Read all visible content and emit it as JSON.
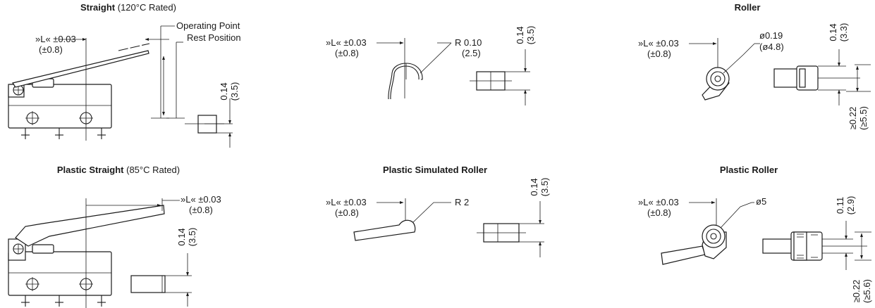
{
  "panels": [
    {
      "title_bold": "Straight",
      "title_rest": " (120°C Rated)",
      "dim_l_line1": "»L« ±0.03",
      "dim_l_line2": "(±0.8)",
      "callout_1": "Operating Point",
      "callout_2": "Rest Position",
      "dim_v_line1": "0.14",
      "dim_v_line2": "(3.5)"
    },
    {
      "title_bold": "",
      "title_rest": "",
      "dim_l_line1": "»L« ±0.03",
      "dim_l_line2": "(±0.8)",
      "radius_line1": "R 0.10",
      "radius_line2": "(2.5)",
      "dim_v_line1": "0.14",
      "dim_v_line2": "(3.5)"
    },
    {
      "title_bold": "Roller",
      "title_rest": "",
      "dim_l_line1": "»L« ±0.03",
      "dim_l_line2": "(±0.8)",
      "dia_line1": "ø0.19",
      "dia_line2": "(ø4.8)",
      "dim_v_line1": "0.14",
      "dim_v_line2": "(3.3)",
      "dim_w_line1": "≥0.22",
      "dim_w_line2": "(≥5.5)"
    },
    {
      "title_bold": "Plastic Straight",
      "title_rest": " (85°C Rated)",
      "dim_l_line1": "»L« ±0.03",
      "dim_l_line2": "(±0.8)",
      "dim_v_line1": "0.14",
      "dim_v_line2": "(3.5)"
    },
    {
      "title_bold": "Plastic Simulated Roller",
      "title_rest": "",
      "dim_l_line1": "»L« ±0.03",
      "dim_l_line2": "(±0.8)",
      "radius_line1": "R 2",
      "dim_v_line1": "0.14",
      "dim_v_line2": "(3.5)"
    },
    {
      "title_bold": "Plastic Roller",
      "title_rest": "",
      "dim_l_line1": "»L« ±0.03",
      "dim_l_line2": "(±0.8)",
      "dia_line1": "ø5",
      "dim_v_line1": "0.11",
      "dim_v_line2": "(2.9)",
      "dim_w_line1": "≥0.22",
      "dim_w_line2": "(≥5.6)"
    }
  ]
}
